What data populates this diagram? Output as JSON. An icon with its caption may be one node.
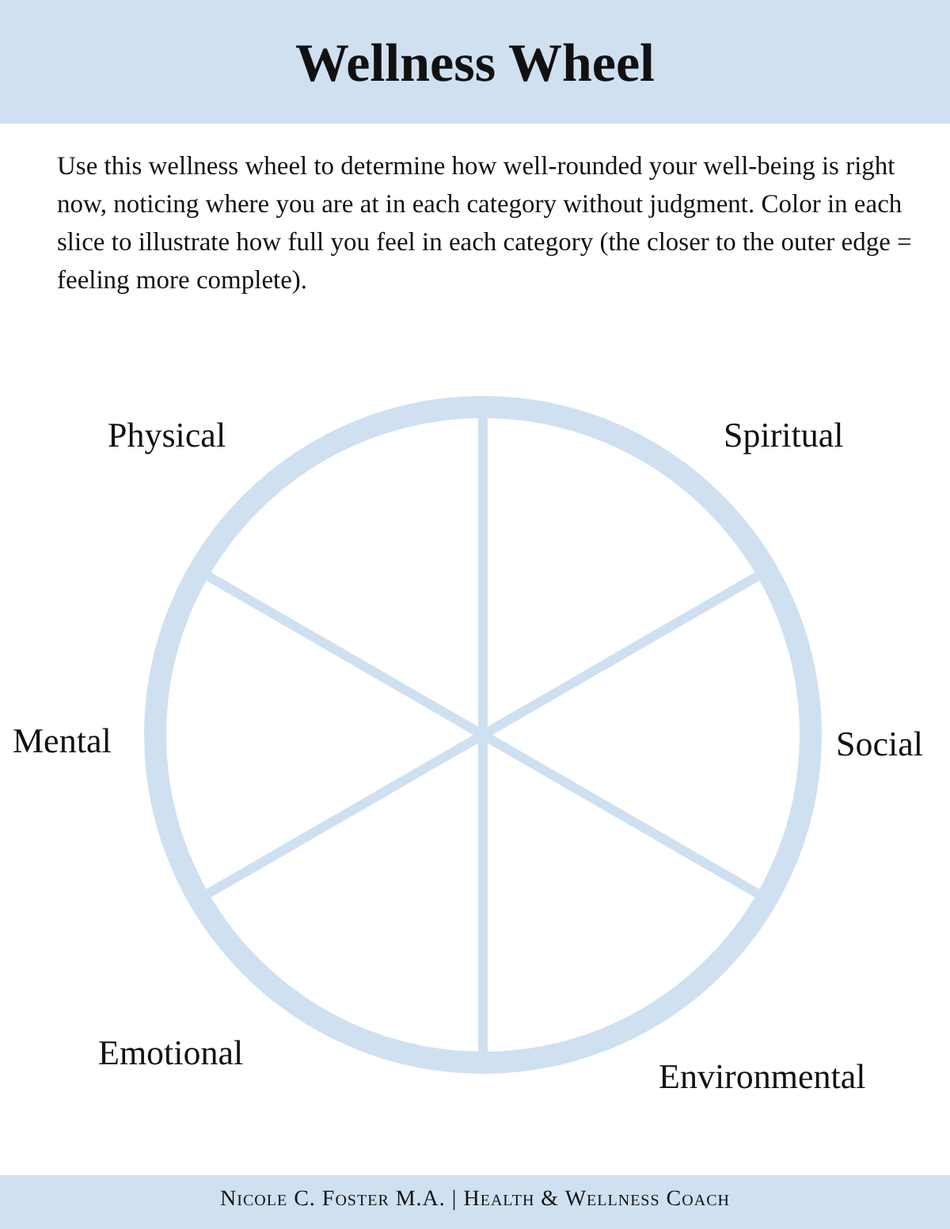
{
  "diagram": {
    "title": "Wellness Wheel",
    "labels": [
      "Use this wellness wheel to determine how well-rounded your well-being is right now, noticing where you are at in each category without judgment. Color in each slice to illustrate how full you feel in each category (the closer to the outer edge = feeling more complete).",
      "Physical",
      "Spiritual",
      "Mental",
      "Social",
      "Emotional",
      "Environmental",
      "Nicole C. Foster M.A. | Health & Wellness Coach"
    ]
  }
}
